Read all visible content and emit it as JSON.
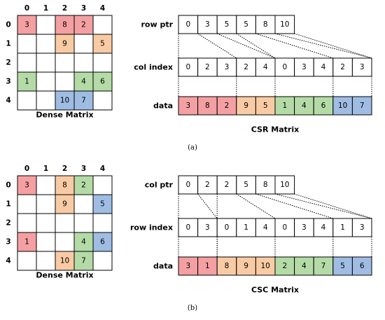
{
  "colors": {
    "red": "#f4a0a2",
    "orange": "#f9cba4",
    "green": "#b4dba6",
    "blue": "#9fbde3",
    "line": "#000000"
  },
  "panels": [
    {
      "caption": "(a)",
      "dense": {
        "title": "Dense Matrix",
        "col_headers": [
          "0",
          "1",
          "2",
          "3",
          "4"
        ],
        "row_headers": [
          "0",
          "1",
          "2",
          "3",
          "4"
        ],
        "cells": [
          [
            {
              "v": "3",
              "c": "red"
            },
            null,
            {
              "v": "8",
              "c": "red"
            },
            {
              "v": "2",
              "c": "red"
            },
            null
          ],
          [
            null,
            null,
            {
              "v": "9",
              "c": "orange"
            },
            null,
            {
              "v": "5",
              "c": "orange"
            }
          ],
          [
            null,
            null,
            null,
            null,
            null
          ],
          [
            {
              "v": "1",
              "c": "green"
            },
            null,
            null,
            {
              "v": "4",
              "c": "green"
            },
            {
              "v": "6",
              "c": "green"
            }
          ],
          [
            null,
            null,
            {
              "v": "10",
              "c": "blue"
            },
            {
              "v": "7",
              "c": "blue"
            },
            null
          ]
        ]
      },
      "sparse": {
        "title": "CSR Matrix",
        "ptr_label": "row ptr",
        "ptr": [
          "0",
          "3",
          "5",
          "5",
          "8",
          "10"
        ],
        "index_label": "col index",
        "index": [
          "0",
          "2",
          "3",
          "2",
          "4",
          "0",
          "3",
          "4",
          "2",
          "3"
        ],
        "data_label": "data",
        "data": [
          {
            "v": "3",
            "c": "red"
          },
          {
            "v": "8",
            "c": "red"
          },
          {
            "v": "2",
            "c": "red"
          },
          {
            "v": "9",
            "c": "orange"
          },
          {
            "v": "5",
            "c": "orange"
          },
          {
            "v": "1",
            "c": "green"
          },
          {
            "v": "4",
            "c": "green"
          },
          {
            "v": "6",
            "c": "green"
          },
          {
            "v": "10",
            "c": "blue"
          },
          {
            "v": "7",
            "c": "blue"
          }
        ]
      }
    },
    {
      "caption": "(b)",
      "dense": {
        "title": "Dense Matrix",
        "col_headers": [
          "0",
          "1",
          "2",
          "3",
          "4"
        ],
        "row_headers": [
          "0",
          "1",
          "2",
          "3",
          "4"
        ],
        "cells": [
          [
            {
              "v": "3",
              "c": "red"
            },
            null,
            {
              "v": "8",
              "c": "orange"
            },
            {
              "v": "2",
              "c": "green"
            },
            null
          ],
          [
            null,
            null,
            {
              "v": "9",
              "c": "orange"
            },
            null,
            {
              "v": "5",
              "c": "blue"
            }
          ],
          [
            null,
            null,
            null,
            null,
            null
          ],
          [
            {
              "v": "1",
              "c": "red"
            },
            null,
            null,
            {
              "v": "4",
              "c": "green"
            },
            {
              "v": "6",
              "c": "blue"
            }
          ],
          [
            null,
            null,
            {
              "v": "10",
              "c": "orange"
            },
            {
              "v": "7",
              "c": "green"
            },
            null
          ]
        ]
      },
      "sparse": {
        "title": "CSC Matrix",
        "ptr_label": "col ptr",
        "ptr": [
          "0",
          "2",
          "2",
          "5",
          "8",
          "10"
        ],
        "index_label": "row index",
        "index": [
          "0",
          "3",
          "0",
          "1",
          "4",
          "0",
          "3",
          "4",
          "1",
          "3"
        ],
        "data_label": "data",
        "data": [
          {
            "v": "3",
            "c": "red"
          },
          {
            "v": "1",
            "c": "red"
          },
          {
            "v": "8",
            "c": "orange"
          },
          {
            "v": "9",
            "c": "orange"
          },
          {
            "v": "10",
            "c": "orange"
          },
          {
            "v": "2",
            "c": "green"
          },
          {
            "v": "4",
            "c": "green"
          },
          {
            "v": "7",
            "c": "green"
          },
          {
            "v": "5",
            "c": "blue"
          },
          {
            "v": "6",
            "c": "blue"
          }
        ]
      }
    }
  ]
}
